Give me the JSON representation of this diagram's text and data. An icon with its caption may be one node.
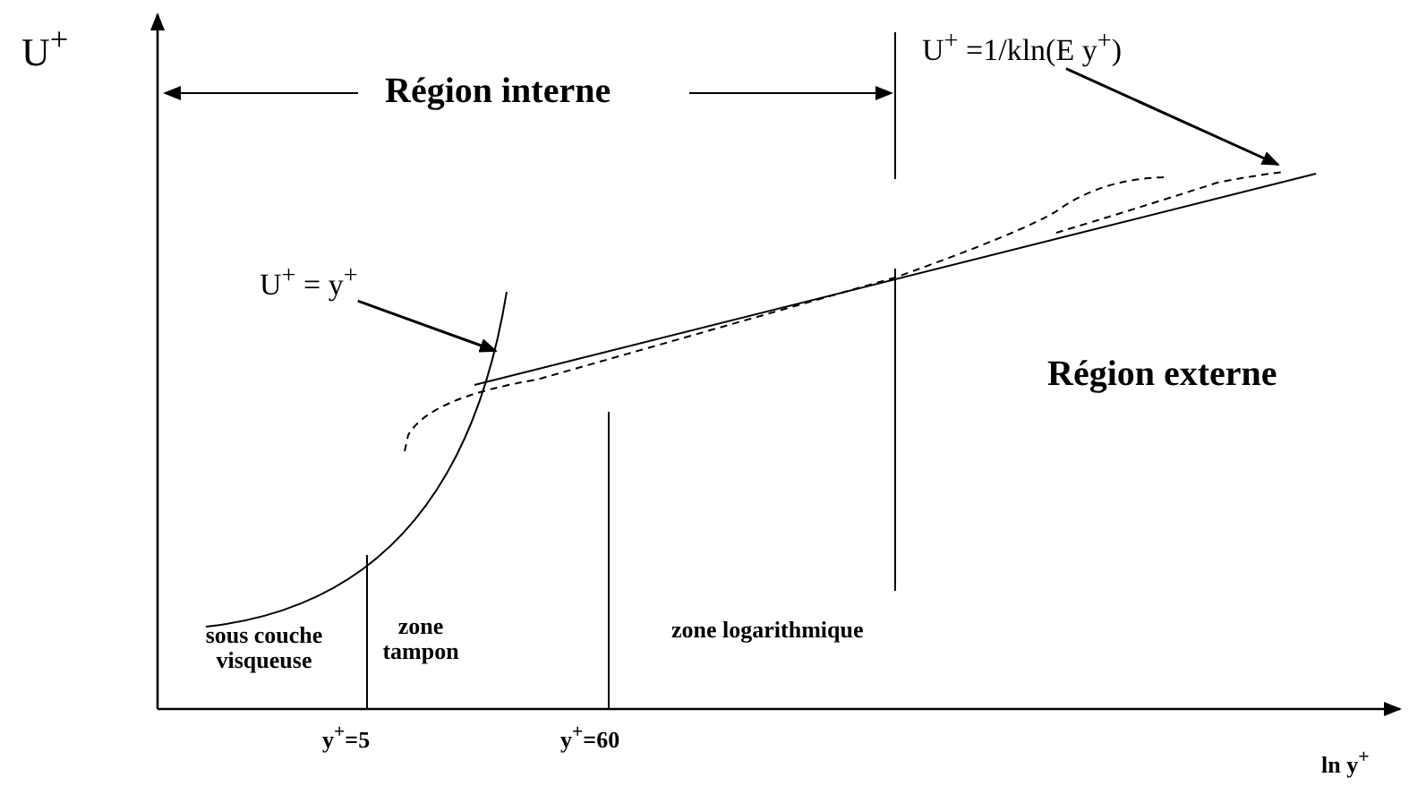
{
  "diagram": {
    "nodes": [
      {
        "text": [
          "U$^{+}$ = y$^{+}$"
        ]
      },
      {
        "text": [
          "U$^{+}$ =1/kln(E y$^{+}$)"
        ]
      }
    ],
    "edges": [
      {
        "from": 0,
        "to": null,
        "arrow": "to"
      },
      {
        "from": 1,
        "to": null,
        "arrow": "to"
      }
    ],
    "labels": [
      "U$^{+}$",
      "Région interne",
      "Région externe",
      "sous couche visqueuse",
      "zone tampon",
      "zone logarithmique",
      "y$^{+}$=5",
      "y$^{+}$=60",
      "ln y$^{+}$"
    ]
  }
}
